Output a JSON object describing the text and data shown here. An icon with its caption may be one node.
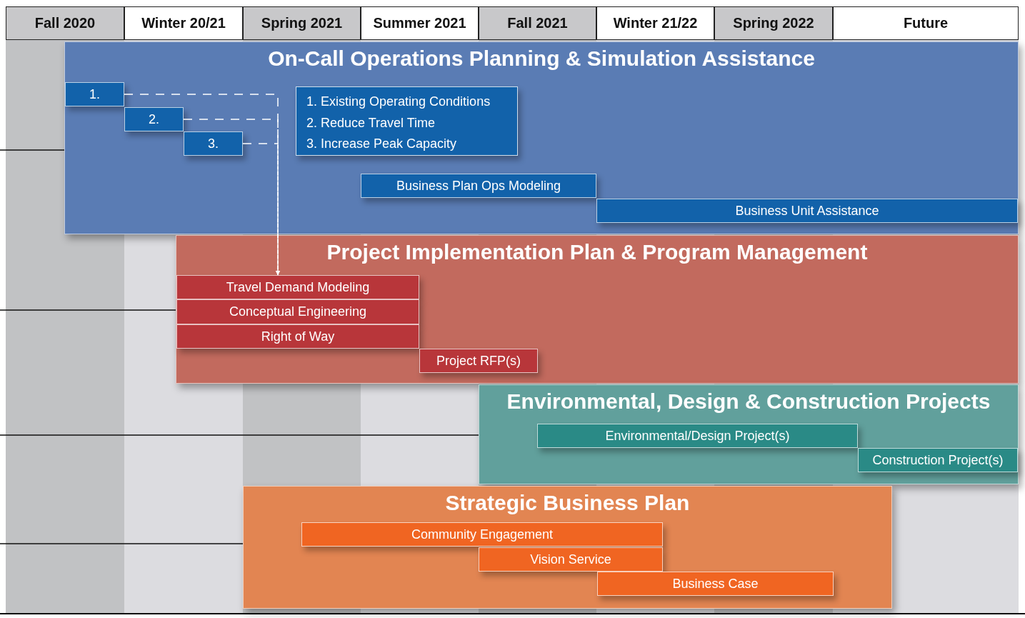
{
  "diagram": {
    "nodes": [
      {
        "text": [
          "Fall 2020"
        ]
      },
      {
        "text": [
          "Winter 20/21"
        ]
      },
      {
        "text": [
          "Spring 2021"
        ]
      },
      {
        "text": [
          "Summer 2021"
        ]
      },
      {
        "text": [
          "Fall 2021"
        ]
      },
      {
        "text": [
          "Winter 21/22"
        ]
      },
      {
        "text": [
          "Spring 2022"
        ]
      },
      {
        "text": [
          "Future"
        ]
      },
      {
        "text": [
          "On-Call Operations Planning & Simulation Assistance"
        ]
      },
      {
        "text": [
          "1."
        ],
        "in": 8
      },
      {
        "text": [
          "2."
        ],
        "in": 8
      },
      {
        "text": [
          "3."
        ],
        "in": 8
      },
      {
        "text": [
          "1. Existing Operating Conditions",
          "2. Reduce Travel Time",
          "3. Increase Peak Capacity"
        ],
        "in": 8
      },
      {
        "text": [
          "Business Plan Ops Modeling"
        ],
        "in": 8
      },
      {
        "text": [
          "Business Unit Assistance"
        ],
        "in": 8
      },
      {
        "text": [
          "Project Implementation Plan & Program Management"
        ]
      },
      {
        "text": [
          "Travel Demand Modeling"
        ],
        "in": 15
      },
      {
        "text": [
          "Conceptual Engineering"
        ],
        "in": 15
      },
      {
        "text": [
          "Right of Way"
        ],
        "in": 15
      },
      {
        "text": [
          "Project RFP(s)"
        ],
        "in": 15
      },
      {
        "text": [
          "Environmental, Design & Construction Projects"
        ]
      },
      {
        "text": [
          "Environmental/Design Project(s)"
        ],
        "in": 20
      },
      {
        "text": [
          "Construction Project(s)"
        ],
        "in": 20
      },
      {
        "text": [
          "Strategic Business Plan"
        ]
      },
      {
        "text": [
          "Community Engagement"
        ],
        "in": 23
      },
      {
        "text": [
          "Vision Service"
        ],
        "in": 23
      },
      {
        "text": [
          "Business Case"
        ],
        "in": 23
      }
    ],
    "edges": [
      {
        "from": 9,
        "to": 16,
        "arrow": "to",
        "style": "dashed",
        "color": "#ffffff"
      },
      {
        "from": 10,
        "to": 16,
        "arrow": "to",
        "style": "dashed",
        "color": "#ffffff"
      },
      {
        "from": 11,
        "to": 16,
        "arrow": "to",
        "style": "dashed",
        "color": "#ffffff"
      },
      {
        "from": null,
        "to": 8,
        "arrow": "none"
      },
      {
        "from": null,
        "to": 15,
        "arrow": "none"
      },
      {
        "from": null,
        "to": 20,
        "arrow": "none"
      },
      {
        "from": null,
        "to": 23,
        "arrow": "none"
      }
    ]
  }
}
